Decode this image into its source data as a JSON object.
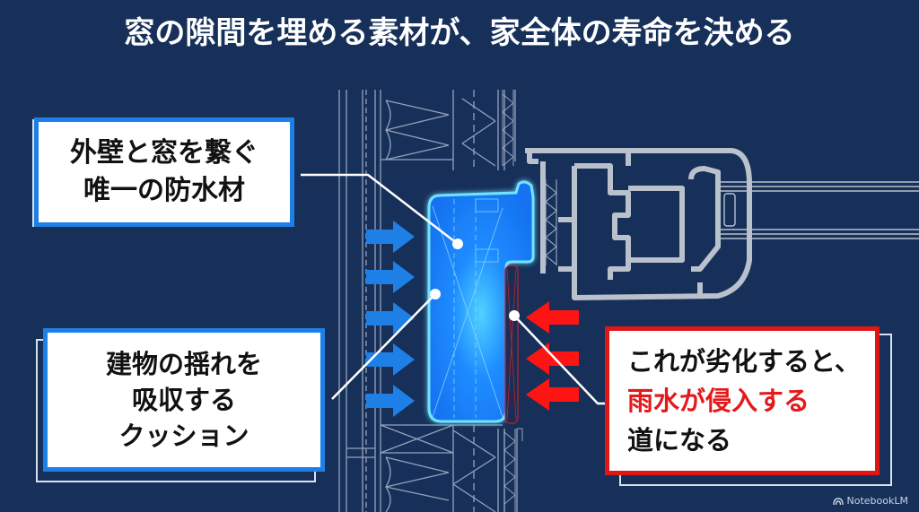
{
  "title": "窓の隙間を埋める素材が、家全体の寿命を決める",
  "callouts": {
    "top_left": {
      "lines": [
        "外壁と窓を繋ぐ",
        "唯一の防水材"
      ],
      "border_color": "#1e7fe6"
    },
    "bottom_left": {
      "lines": [
        "建物の揺れを",
        "吸収する",
        "クッション"
      ],
      "border_color": "#1e7fe6"
    },
    "right": {
      "lines": [
        "これが劣化すると、",
        "雨水が侵入する",
        "道になる"
      ],
      "highlight_line_index": 1,
      "highlight_color": "#e3191c",
      "border_color": "#e01616"
    }
  },
  "diagram": {
    "subject": "window frame cross-section with sealant (waterproof material)",
    "sealant_color": "#1e8cff",
    "pressure_arrows_blue": {
      "count": 5,
      "direction": "right",
      "color": "#1e7fe6"
    },
    "water_arrows_red": {
      "count": 3,
      "direction": "left",
      "color": "#ff1a1a"
    },
    "background_color": "#17305a",
    "line_color": "#b9c4d6"
  },
  "watermark": {
    "icon": "notebooklm-logo-icon",
    "label": "NotebookLM"
  }
}
